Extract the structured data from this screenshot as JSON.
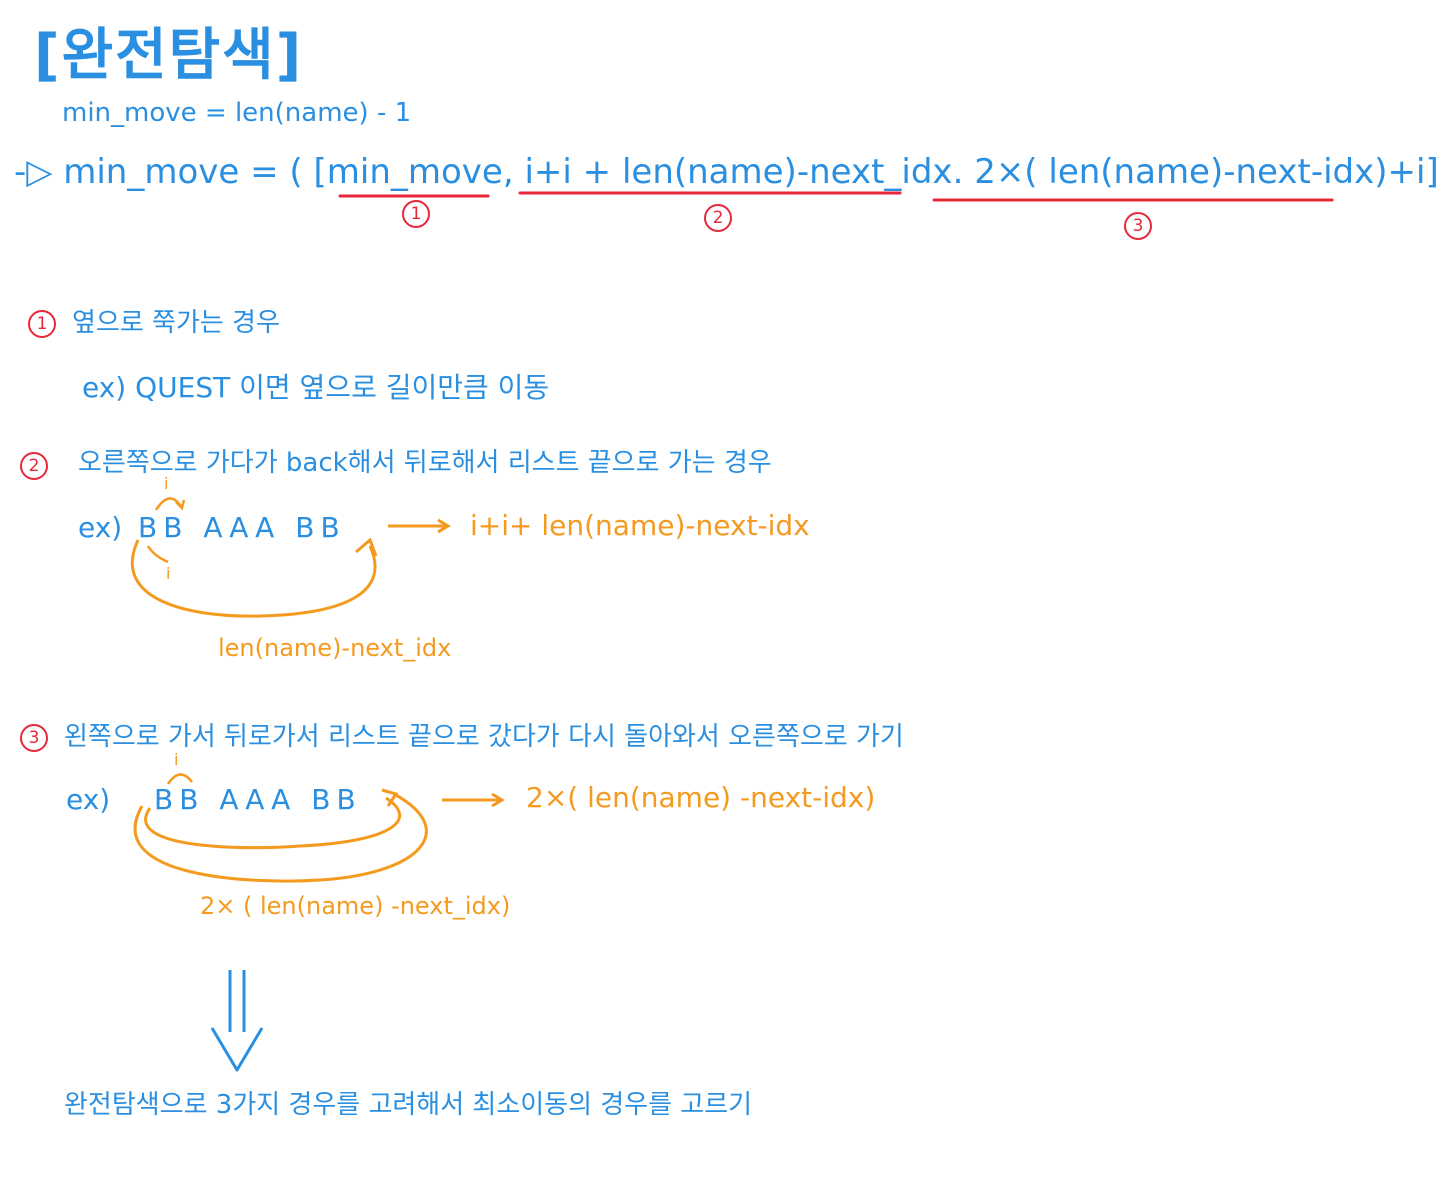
{
  "title": "[완전탐색]",
  "formula_init": "min_move = len(name) - 1",
  "formula_main": {
    "arrow": "-▷",
    "lhs": "min_move = ( [",
    "term1": "min_move",
    "sep1": ",",
    "term2": "i+i + len(name)-next_idx",
    "sep2": ".",
    "term3": "2×( len(name)-next-idx)+i",
    "end": "])",
    "marks": [
      "1",
      "2",
      "3"
    ]
  },
  "cases": [
    {
      "num": "1",
      "heading": "옆으로 쭉가는 경우",
      "example": "ex) QUEST 이면 옆으로 길이만큼 이동"
    },
    {
      "num": "2",
      "heading": "오른쪽으로 가다가 back해서 뒤로해서 리스트 끝으로 가는 경우",
      "example_prefix": "ex)",
      "letters": "BB AAA BB",
      "i_mark_top": "i",
      "i_mark_bottom": "i",
      "result": "i+i+ len(name)-next-idx",
      "loop_label": "len(name)-next_idx"
    },
    {
      "num": "3",
      "heading": "왼쪽으로 가서 뒤로가서 리스트 끝으로 갔다가 다시 돌아와서 오른쪽으로 가기",
      "example_prefix": "ex)",
      "letters": "BB AAA BB",
      "i_mark_top": "i",
      "result": "2×( len(name) -next-idx)",
      "loop_label": "2× ( len(name) -next_idx)"
    }
  ],
  "conclusion": "완전탐색으로 3가지 경우를 고려해서 최소이동의 경우를 고르기",
  "colors": {
    "blue": "#2a8fe0",
    "red": "#e8273a",
    "orange": "#f49a1f"
  }
}
